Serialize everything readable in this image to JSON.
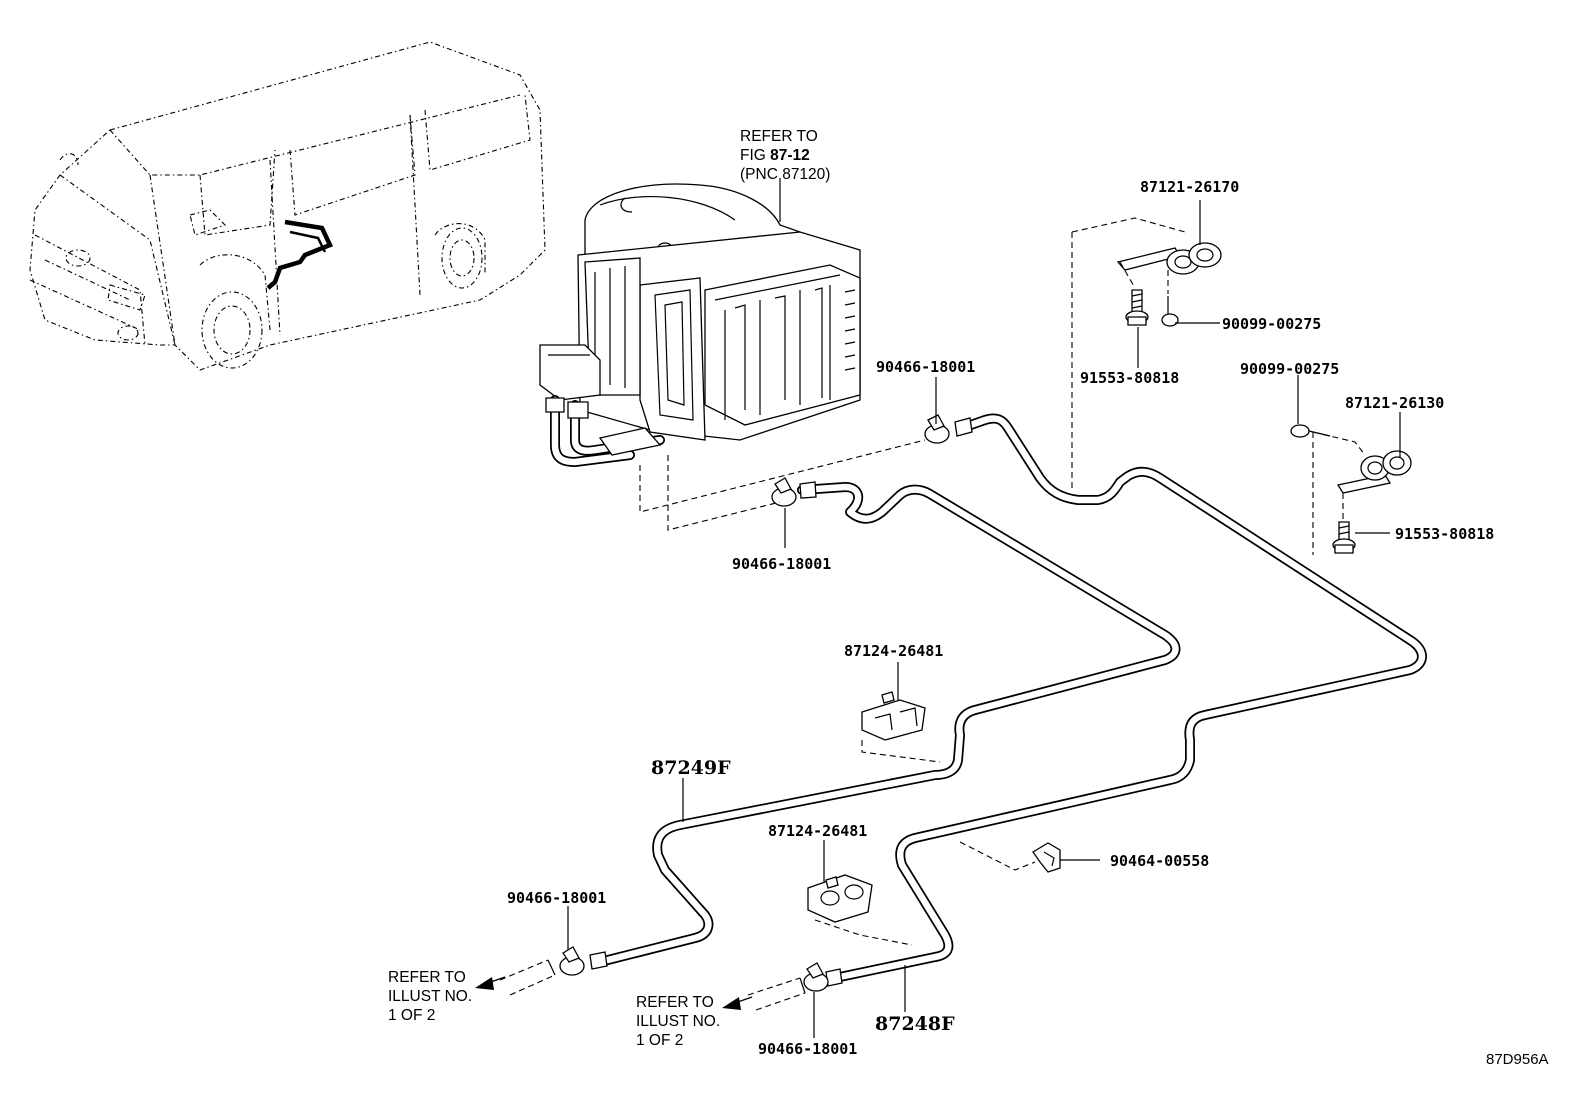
{
  "notes": {
    "refer_fig_line1": "REFER TO",
    "refer_fig_line2_prefix": "FIG ",
    "refer_fig_line2_bold": "87-12",
    "refer_fig_line3": "(PNC 87120)",
    "refer_illust_a_line1": "REFER TO",
    "refer_illust_a_line2": "ILLUST NO.",
    "refer_illust_a_line3": "1 OF 2",
    "refer_illust_b_line1": "REFER TO",
    "refer_illust_b_line2": "ILLUST NO.",
    "refer_illust_b_line3": "1 OF 2"
  },
  "part_numbers": {
    "bracket_top": "87121-26170",
    "screw_top": "90099-00275",
    "bolt_top": "91553-80818",
    "screw_right": "90099-00275",
    "bracket_right": "87121-26130",
    "bolt_right": "91553-80818",
    "clamp_upper": "90466-18001",
    "clamp_mid": "90466-18001",
    "clamp_lower_left": "90466-18001",
    "clamp_bottom": "90466-18001",
    "clamp_small": "90464-00558",
    "clip_upper": "87124-26481",
    "clip_lower": "87124-26481",
    "pipe_a": "87249F",
    "pipe_b": "87248F"
  },
  "figure_code": "87D956A"
}
